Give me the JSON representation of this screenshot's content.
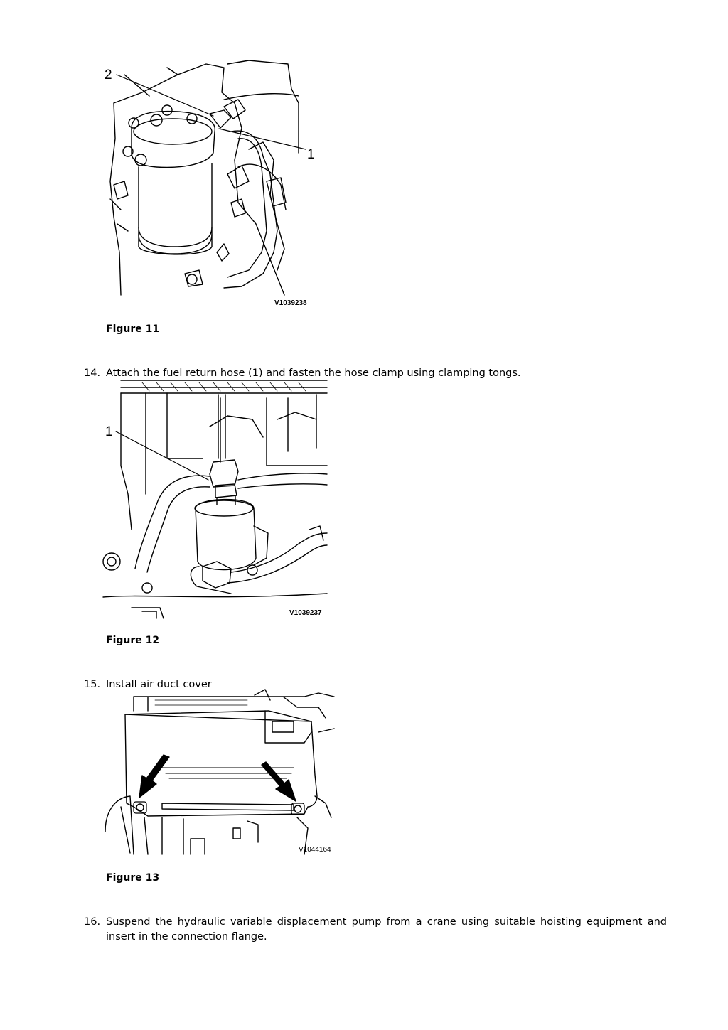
{
  "figures": [
    {
      "code": "V1039238",
      "callouts": [
        "2",
        "1"
      ],
      "caption": "Figure 11"
    },
    {
      "code": "V1039237",
      "callouts": [
        "1"
      ],
      "caption": "Figure 12"
    },
    {
      "code": "V1044164",
      "callouts": [],
      "caption": "Figure 13"
    }
  ],
  "steps": [
    {
      "number": "14.",
      "text": "Attach the fuel return hose (1) and fasten the hose clamp using clamping tongs."
    },
    {
      "number": "15.",
      "text": "Install air duct cover"
    },
    {
      "number": "16.",
      "text": "Suspend the hydraulic variable displacement pump from a crane using suitable hoisting equipment and insert in the connection flange."
    }
  ]
}
